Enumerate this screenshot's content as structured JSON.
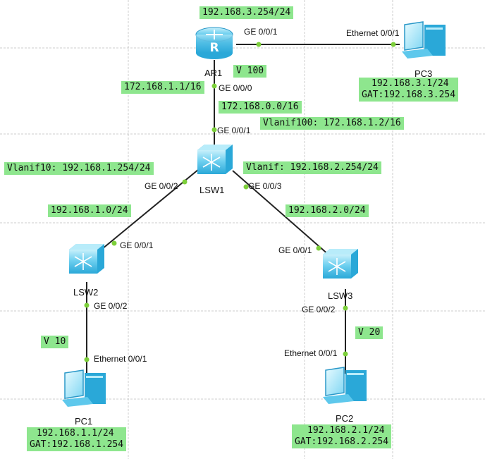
{
  "devices": {
    "ar1": "AR1",
    "lsw1": "LSW1",
    "lsw2": "LSW2",
    "lsw3": "LSW3",
    "pc1": "PC1",
    "pc2": "PC2",
    "pc3": "PC3"
  },
  "ports": {
    "ar1_g001": "GE 0/0/1",
    "ar1_g000": "GE 0/0/0",
    "pc3_eth": "Ethernet 0/0/1",
    "lsw1_g001": "GE 0/0/1",
    "lsw1_g002": "GE 0/0/2",
    "lsw1_g003": "GE 0/0/3",
    "lsw2_g001": "GE 0/0/1",
    "lsw2_g002": "GE 0/0/2",
    "lsw3_g001": "GE 0/0/1",
    "lsw3_g002": "GE 0/0/2",
    "pc1_eth": "Ethernet 0/0/1",
    "pc2_eth": "Ethernet 0/0/1"
  },
  "notes": {
    "ar1_lan": "192.168.3.254/24",
    "v100": "V 100",
    "ar1_g000_ip": "172.168.1.1/16",
    "net_172": "172.168.0.0/16",
    "vlanif100": "Vlanif100: 172.168.1.2/16",
    "vlanif10": "Vlanif10: 192.168.1.254/24",
    "vlanif20": "Vlanif: 192.168.2.254/24",
    "net_1": "192.168.1.0/24",
    "net_2": "192.168.2.0/24",
    "v10": "V 10",
    "v20": "V 20",
    "pc1_ip": "192.168.1.1/24",
    "pc1_gw": "GAT:192.168.1.254",
    "pc2_ip": "192.168.2.1/24",
    "pc2_gw": "GAT:192.168.2.254",
    "pc3_ip": "192.168.3.1/24",
    "pc3_gw": "GAT:192.168.3.254"
  },
  "colors": {
    "label_bg": "#8ee68e",
    "link": "#222222",
    "port_dot": "#7ccf3a",
    "grid": "#cccccc",
    "device_blue": "#5ec8ec"
  },
  "icons": {
    "router": "router-icon",
    "switch": "switch-icon",
    "pc": "pc-icon"
  }
}
